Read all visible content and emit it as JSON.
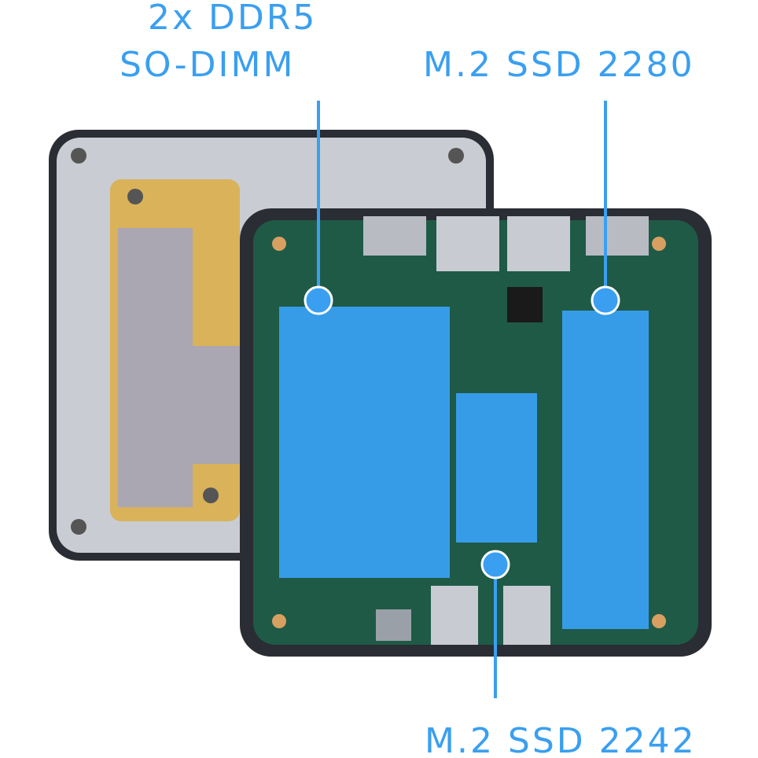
{
  "labels": {
    "memory_line1": "2x DDR5",
    "memory_line2": "SO-DIMM",
    "ssd_2280": "M.2 SSD 2280",
    "ssd_2242": "M.2 SSD 2242"
  },
  "colors": {
    "accent": "#3a9ff0",
    "highlight": "#3aa2f5",
    "board": "#1f5a46",
    "case": "#2a2d33",
    "lid": "#c9cdd3",
    "copper": "#d9b25a"
  }
}
